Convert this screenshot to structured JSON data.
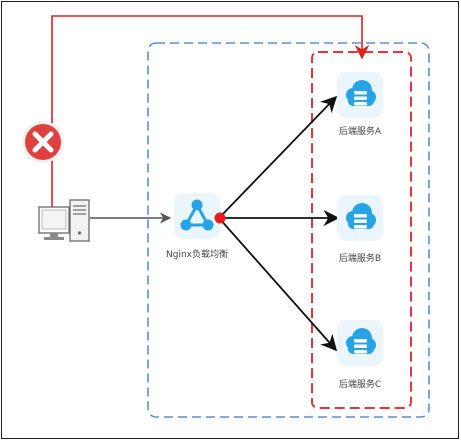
{
  "nodes": {
    "nginx": {
      "label": "Nginx负载均衡",
      "icon": "network-share-icon"
    },
    "client": {
      "icon": "desktop-computer-icon"
    },
    "blocked_marker": {
      "icon": "error-x-icon"
    },
    "servers": [
      {
        "label": "后端服务A",
        "icon": "cloud-server-icon"
      },
      {
        "label": "后端服务B",
        "icon": "cloud-server-icon"
      },
      {
        "label": "后端服务C",
        "icon": "cloud-server-icon"
      }
    ]
  },
  "colors": {
    "blue_dashed": "#5b8fd6",
    "red_dashed": "#e8343a",
    "red_line": "#d92323",
    "arrow": "#111111",
    "icon_bg": "#eaf5fd",
    "icon_fill": "#27a4e6",
    "error_red": "#e04040",
    "label_text": "#444444"
  }
}
